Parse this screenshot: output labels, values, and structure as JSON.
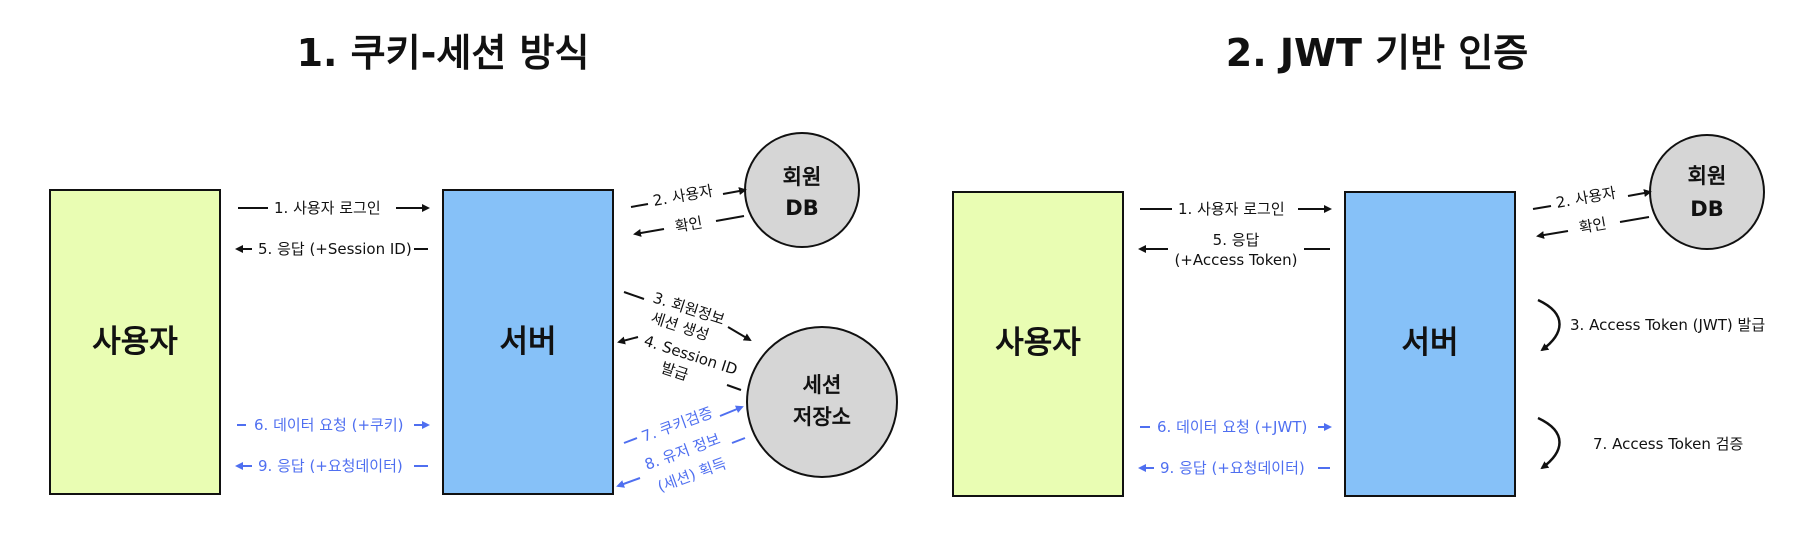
{
  "colors": {
    "user_box": "#e9fdb3",
    "server_box": "#86c1f8",
    "db_circle": "#d6d6d6",
    "black_arrow": "#111111",
    "blue_arrow": "#4f6ff0"
  },
  "cookie_session": {
    "title": "1. 쿠키-세션 방식",
    "user_box": "사용자",
    "server_box": "서버",
    "member_db": [
      "회원",
      "DB"
    ],
    "session_store": [
      "세션",
      "저장소"
    ],
    "steps": {
      "s1": "1. 사용자 로그인",
      "s2a": "2. 사용자",
      "s2b": "확인",
      "s3a": "3. 회원정보",
      "s3b": "세션 생성",
      "s4a": "4. Session ID",
      "s4b": "발급",
      "s5": "5. 응답 (+Session ID)",
      "s6": "6. 데이터 요청 (+쿠키)",
      "s7": "7. 쿠키검증",
      "s8a": "8. 유저 정보",
      "s8b": "(세션) 획득",
      "s9": "9. 응답 (+요청데이터)"
    }
  },
  "jwt": {
    "title": "2. JWT 기반 인증",
    "user_box": "사용자",
    "server_box": "서버",
    "member_db": [
      "회원",
      "DB"
    ],
    "steps": {
      "s1": "1. 사용자 로그인",
      "s2a": "2. 사용자",
      "s2b": "확인",
      "s3": "3. Access Token (JWT) 발급",
      "s5a": "5. 응답",
      "s5b": "(+Access Token)",
      "s6": "6. 데이터 요청 (+JWT)",
      "s7": "7. Access Token 검증",
      "s9": "9. 응답 (+요청데이터)"
    }
  }
}
